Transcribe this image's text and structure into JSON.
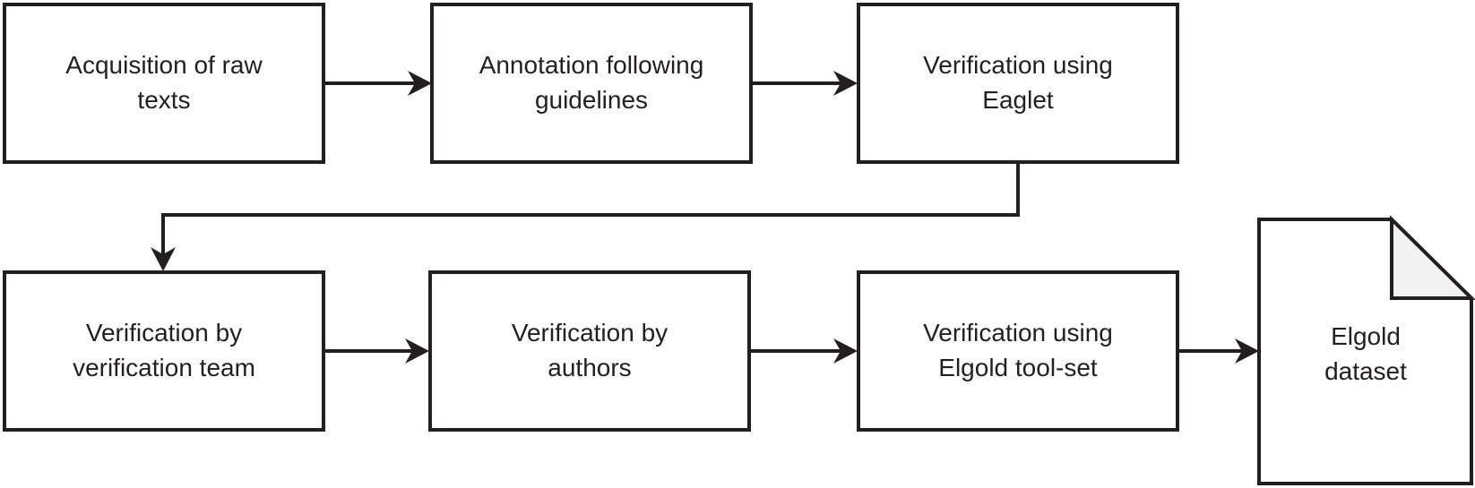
{
  "diagram": {
    "type": "flowchart",
    "background_color": "#ffffff",
    "line_color": "#231f20",
    "fold_fill_color": "#f2f2f2",
    "nodes": {
      "acquisition": {
        "label": "Acquisition of raw\ntexts",
        "shape": "rectangle"
      },
      "annotation": {
        "label": "Annotation following\nguidelines",
        "shape": "rectangle"
      },
      "verification_eaglet": {
        "label": "Verification using\nEaglet",
        "shape": "rectangle"
      },
      "verification_team": {
        "label": "Verification by\nverification team",
        "shape": "rectangle"
      },
      "verification_authors": {
        "label": "Verification by\nauthors",
        "shape": "rectangle"
      },
      "verification_toolset": {
        "label": "Verification using\nElgold tool-set",
        "shape": "rectangle"
      },
      "output_document": {
        "label": "Elgold\ndataset",
        "shape": "document"
      }
    },
    "edges": [
      {
        "from": "acquisition",
        "to": "annotation"
      },
      {
        "from": "annotation",
        "to": "verification_eaglet"
      },
      {
        "from": "verification_eaglet",
        "to": "verification_team"
      },
      {
        "from": "verification_team",
        "to": "verification_authors"
      },
      {
        "from": "verification_authors",
        "to": "verification_toolset"
      },
      {
        "from": "verification_toolset",
        "to": "output_document"
      }
    ]
  }
}
